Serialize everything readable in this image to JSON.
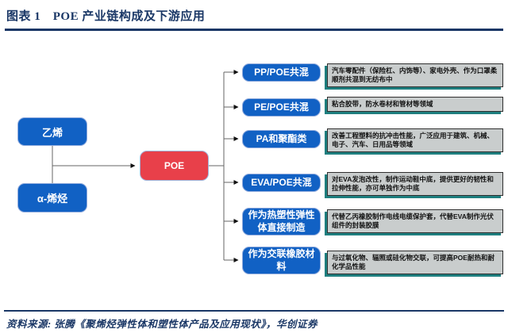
{
  "title": {
    "label": "图表 1　POE 产业链构成及下游应用"
  },
  "footer": {
    "label": "资料来源: 张腾《聚烯烃弹性体和塑性体产品及应用现状》，华创证券"
  },
  "colors": {
    "navy": "#1a3766",
    "box_blue": "#1161c4",
    "box_red": "#e8404a",
    "app_fill": "#c9cdcd",
    "app_shadow": "#1e7f7f",
    "line": "#666666"
  },
  "diagram": {
    "sources": [
      {
        "label": "乙烯"
      },
      {
        "label": "α-烯烃"
      }
    ],
    "center": {
      "label": "POE"
    },
    "branches": [
      {
        "label": "PP/POE共混",
        "desc": "汽车零配件（保险杠、内饰等）、家电外壳、作为口罩柔顺剂共混到无纺布中"
      },
      {
        "label": "PE/POE共混",
        "desc": "粘合胶带，防水卷材和管材等领域"
      },
      {
        "label": "PA和聚酯类",
        "desc": "改善工程塑料的抗冲击性能，广泛应用于建筑、机械、电子、汽车、日用品等领域"
      },
      {
        "label": "EVA/POE共混",
        "desc": "对EVA发泡改性，制作运动鞋中底，提供更好的韧性和拉伸性能，亦可单独作为中底"
      },
      {
        "label": "作为热塑性弹性体直接制造",
        "desc": "代替乙丙橡胶制作电线电缆保护套，代替EVA制作光伏组件的封装胶膜"
      },
      {
        "label": "作为交联橡胶材料",
        "desc": "与过氧化物、辐照或硅化物交联，可提高POE耐热和耐化学品性能"
      }
    ]
  }
}
